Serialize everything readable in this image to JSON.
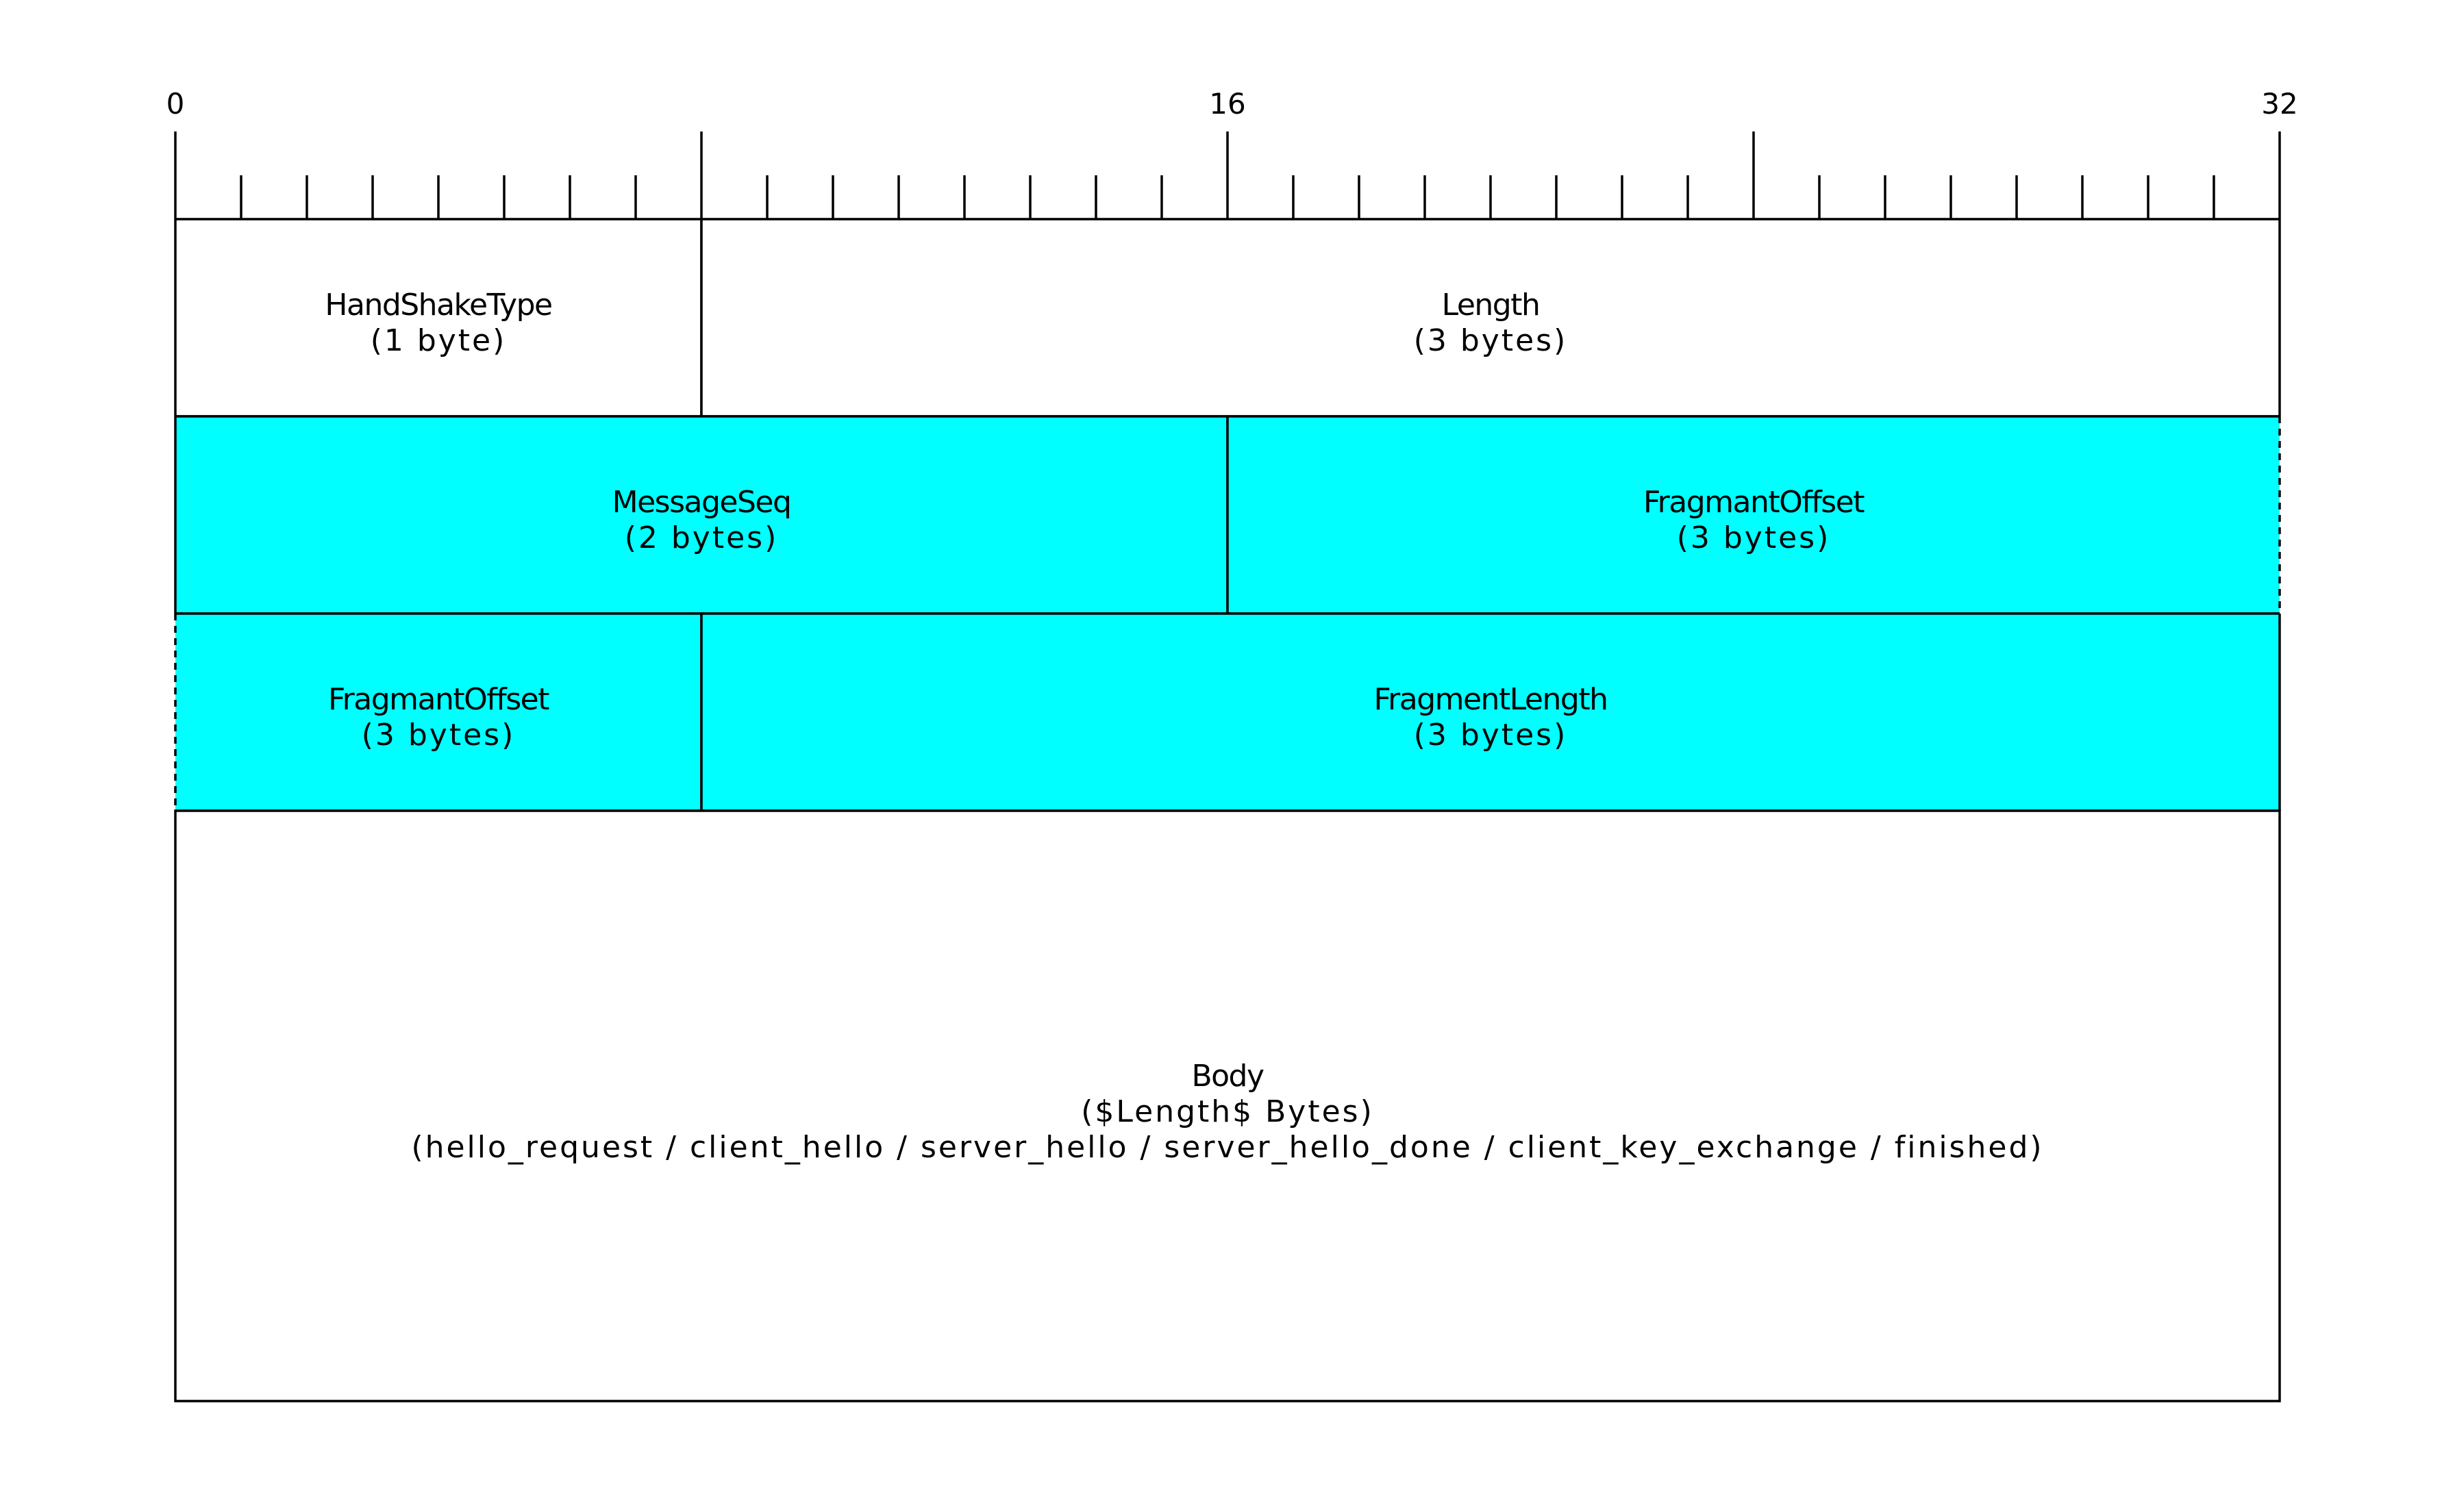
{
  "colors": {
    "background": "#ffffff",
    "highlight": "#00ffff",
    "line": "#000000"
  },
  "ruler": {
    "bits": 32,
    "labels": [
      "0",
      "16",
      "32"
    ]
  },
  "fields": [
    {
      "name": "HandShakeType",
      "size": "(1 byte)",
      "row": 0,
      "bit_start": 0,
      "bit_end": 8,
      "highlighted": false
    },
    {
      "name": "Length",
      "size": "(3 bytes)",
      "row": 0,
      "bit_start": 8,
      "bit_end": 32,
      "highlighted": false
    },
    {
      "name": "MessageSeq",
      "size": "(2 bytes)",
      "row": 1,
      "bit_start": 0,
      "bit_end": 16,
      "highlighted": true
    },
    {
      "name": "FragmantOffset",
      "size": "(3 bytes)",
      "row": 1,
      "bit_start": 16,
      "bit_end": 32,
      "highlighted": true,
      "continues_to_next_row": true
    },
    {
      "name": "FragmantOffset",
      "size": "(3 bytes)",
      "row": 2,
      "bit_start": 0,
      "bit_end": 8,
      "highlighted": true,
      "continued_from_previous_row": true
    },
    {
      "name": "FragmentLength",
      "size": "(3 bytes)",
      "row": 2,
      "bit_start": 8,
      "bit_end": 32,
      "highlighted": true
    }
  ],
  "body": {
    "name": "Body",
    "size": "($Length$ Bytes)",
    "description": "(hello_request / client_hello / server_hello / server_hello_done / client_key_exchange / finished)"
  }
}
